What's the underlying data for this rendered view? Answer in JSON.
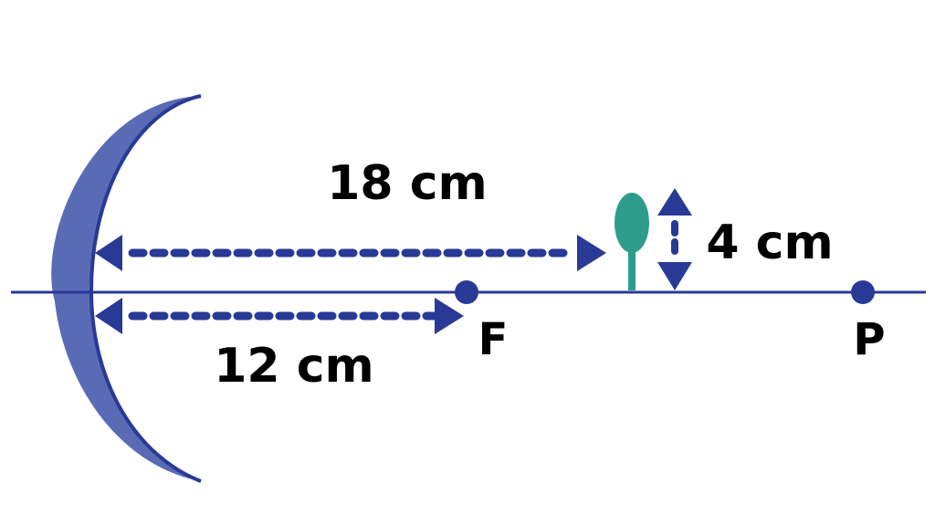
{
  "title": "Concave mirror with object between focus and pole-distant point",
  "colors": {
    "mirror_fill": "#5A6BB5",
    "mirror_edge": "#283A96",
    "axis": "#283A96",
    "arrow": "#283A96",
    "object": "#2E9C8A",
    "text": "#000000",
    "background": "#FFFFFF"
  },
  "labels": {
    "object_distance": "18 cm",
    "focal_length": "12 cm",
    "object_height": "4 cm",
    "focus_point": "F",
    "point_p": "P"
  },
  "measurements": {
    "object_distance_cm": 18,
    "focal_length_cm": 12,
    "object_height_cm": 4
  },
  "icons": {
    "mirror": "concave-mirror-icon",
    "object": "candle-object-icon"
  }
}
